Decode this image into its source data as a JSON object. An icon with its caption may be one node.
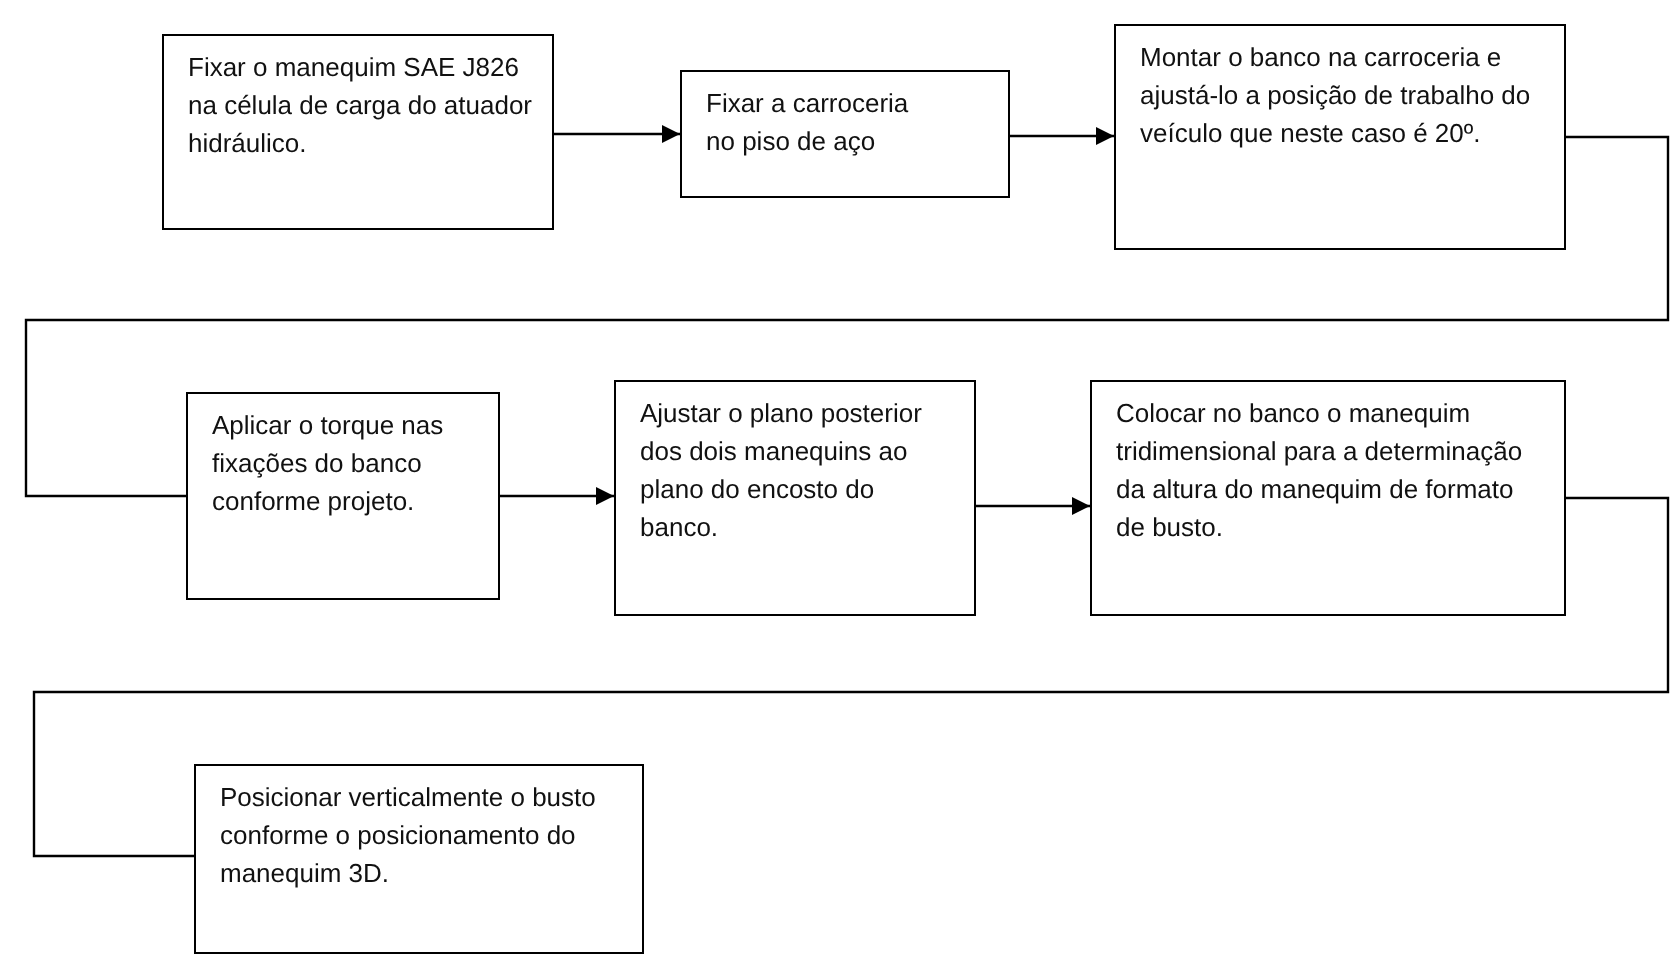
{
  "diagram": {
    "nodes": [
      {
        "text": [
          "Fixar o manequim  SAE J826 na célula de carga do atuador hidráulico."
        ]
      },
      {
        "text": [
          "Fixar a carroceria no piso de aço"
        ]
      },
      {
        "text": [
          "Montar o banco na carroceria e ajustá-lo a posição de trabalho do veículo que neste caso é 20º."
        ]
      },
      {
        "text": [
          "Aplicar o torque nas fixações do banco conforme projeto."
        ]
      },
      {
        "text": [
          "Ajustar o plano posterior dos dois manequins ao plano do encosto do banco."
        ]
      },
      {
        "text": [
          "Colocar no banco o manequim tridimensional para a determinação da altura do manequim de formato de busto."
        ]
      },
      {
        "text": [
          "Posicionar verticalmente o busto conforme o posicionamento do manequim 3D."
        ]
      }
    ],
    "edges": [
      {
        "from": 0,
        "to": 1,
        "arrow": "to"
      },
      {
        "from": 1,
        "to": 2,
        "arrow": "to"
      },
      {
        "from": 2,
        "to": 3,
        "arrow": "none"
      },
      {
        "from": 3,
        "to": 4,
        "arrow": "to"
      },
      {
        "from": 4,
        "to": 5,
        "arrow": "to"
      },
      {
        "from": 5,
        "to": 6,
        "arrow": "none"
      }
    ]
  }
}
